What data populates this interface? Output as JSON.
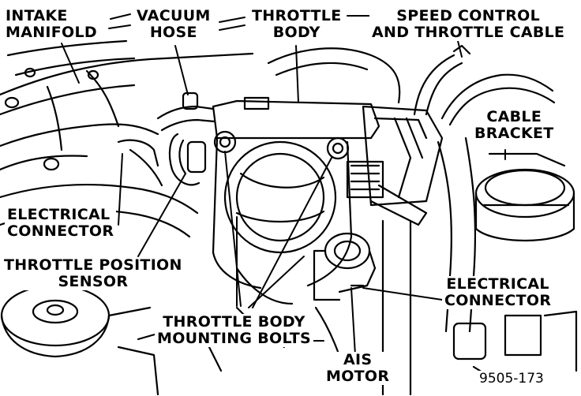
{
  "labels": {
    "intake_manifold": [
      "INTAKE",
      "MANIFOLD"
    ],
    "vacuum_hose": [
      "VACUUM",
      "HOSE"
    ],
    "throttle_body": [
      "THROTTLE",
      "BODY"
    ],
    "speed_control": [
      "SPEED CONTROL",
      "AND THROTTLE CABLE"
    ],
    "cable_bracket": [
      "CABLE",
      "BRACKET"
    ],
    "electrical_connector_left": [
      "ELECTRICAL",
      "CONNECTOR"
    ],
    "throttle_position_sensor": [
      "THROTTLE POSITION",
      "SENSOR"
    ],
    "electrical_connector_right": [
      "ELECTRICAL",
      "CONNECTOR"
    ],
    "mounting_bolts": [
      "THROTTLE BODY",
      "MOUNTING BOLTS"
    ],
    "ais_motor": [
      "AIS",
      "MOTOR"
    ]
  },
  "figure_number": "9505-173",
  "colors": {
    "ink": "#000000",
    "paper": "#ffffff"
  }
}
